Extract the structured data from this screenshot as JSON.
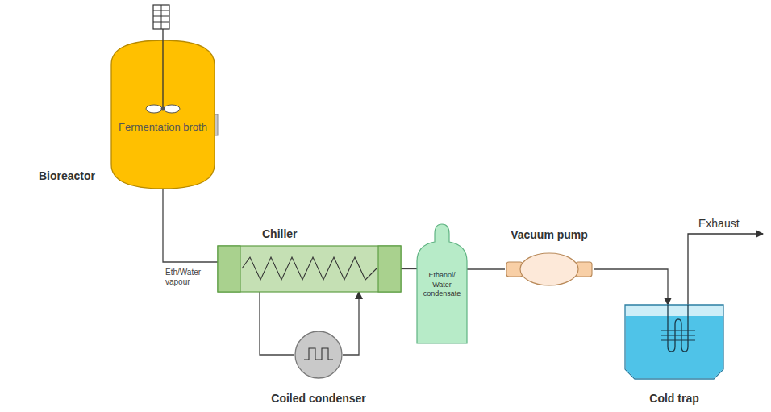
{
  "diagram": {
    "nodes": [
      {
        "text": [
          "Bioreactor",
          "Fermentation broth"
        ]
      },
      {
        "text": [
          "Chiller"
        ]
      },
      {
        "text": [
          "Coiled condenser"
        ]
      },
      {
        "text": [
          "Ethanol/ Water condensate"
        ]
      },
      {
        "text": [
          "Vacuum pump"
        ]
      },
      {
        "text": [
          "Cold trap"
        ]
      }
    ],
    "edges": [
      {
        "from": 0,
        "to": 1,
        "label": "Eth/Water vapour",
        "arrow": "none"
      },
      {
        "from": 1,
        "to": 2,
        "arrow": "none"
      },
      {
        "from": 2,
        "to": 1,
        "arrow": "to"
      },
      {
        "from": 1,
        "to": 3,
        "arrow": "none"
      },
      {
        "from": 3,
        "to": 4,
        "arrow": "none"
      },
      {
        "from": 4,
        "to": 5,
        "arrow": "to"
      }
    ],
    "labels": [
      "Exhaust"
    ]
  }
}
